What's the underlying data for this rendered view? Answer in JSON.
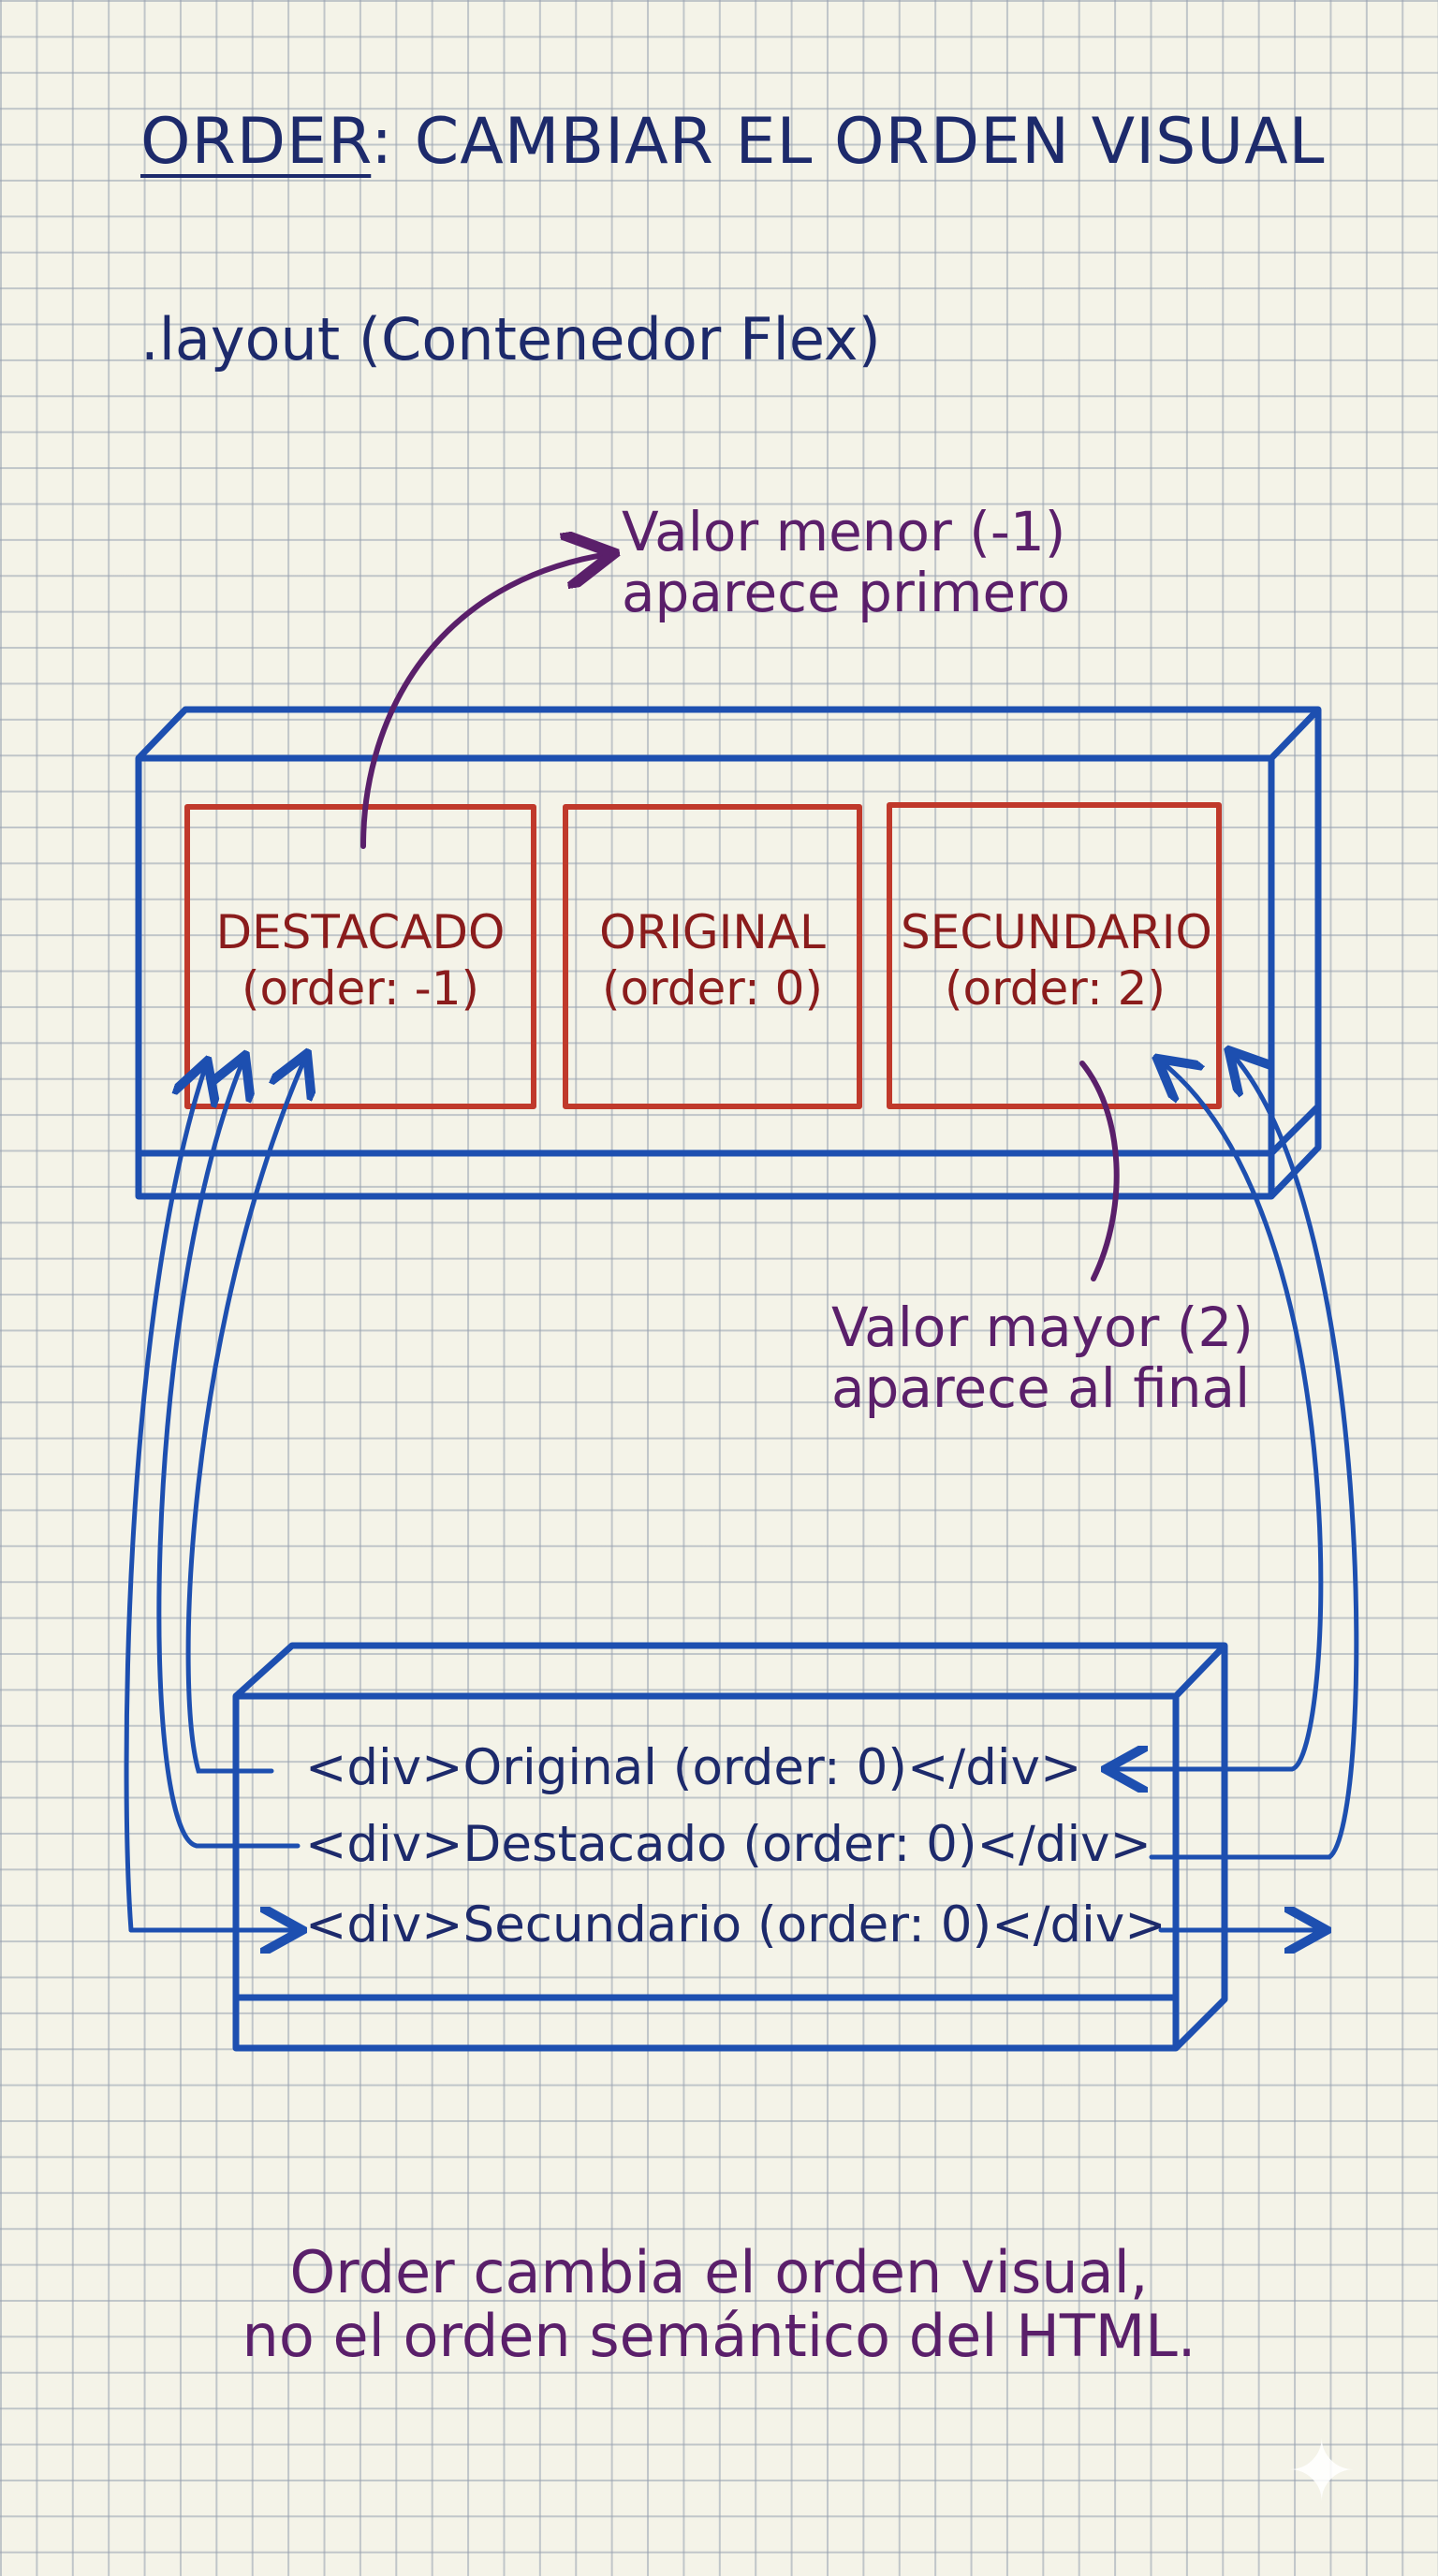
{
  "title": {
    "keyword": "ORDER",
    "rest": ": CAMBIAR EL ORDEN VISUAL"
  },
  "container_label": ".layout (Contenedor Flex)",
  "visual_boxes": [
    {
      "name": "DESTACADO",
      "order": "(order: -1)"
    },
    {
      "name": "ORIGINAL",
      "order": "(order: 0)"
    },
    {
      "name": "SECUNDARIO",
      "order": "(order: 2)"
    }
  ],
  "notes": {
    "lower_value": [
      "Valor menor (-1)",
      "aparece primero"
    ],
    "higher_value": [
      "Valor mayor (2)",
      "aparece al final"
    ]
  },
  "html_source_lines": [
    "<div>Original (order: 0)</div>",
    "<div>Destacado (order: 0)</div>",
    "<div>Secundario (order: 0)</div>"
  ],
  "caption": [
    "Order cambia el orden visual,",
    "no el orden semántico del HTML."
  ],
  "colors": {
    "grid_paper": "#f4f3e8",
    "ink_blue": "#1d4fb0",
    "ink_navy": "#1d2a6b",
    "ink_red": "#c0392b",
    "ink_purple": "#5a1f6a"
  },
  "icons": {
    "corner": "sparkle-icon"
  }
}
